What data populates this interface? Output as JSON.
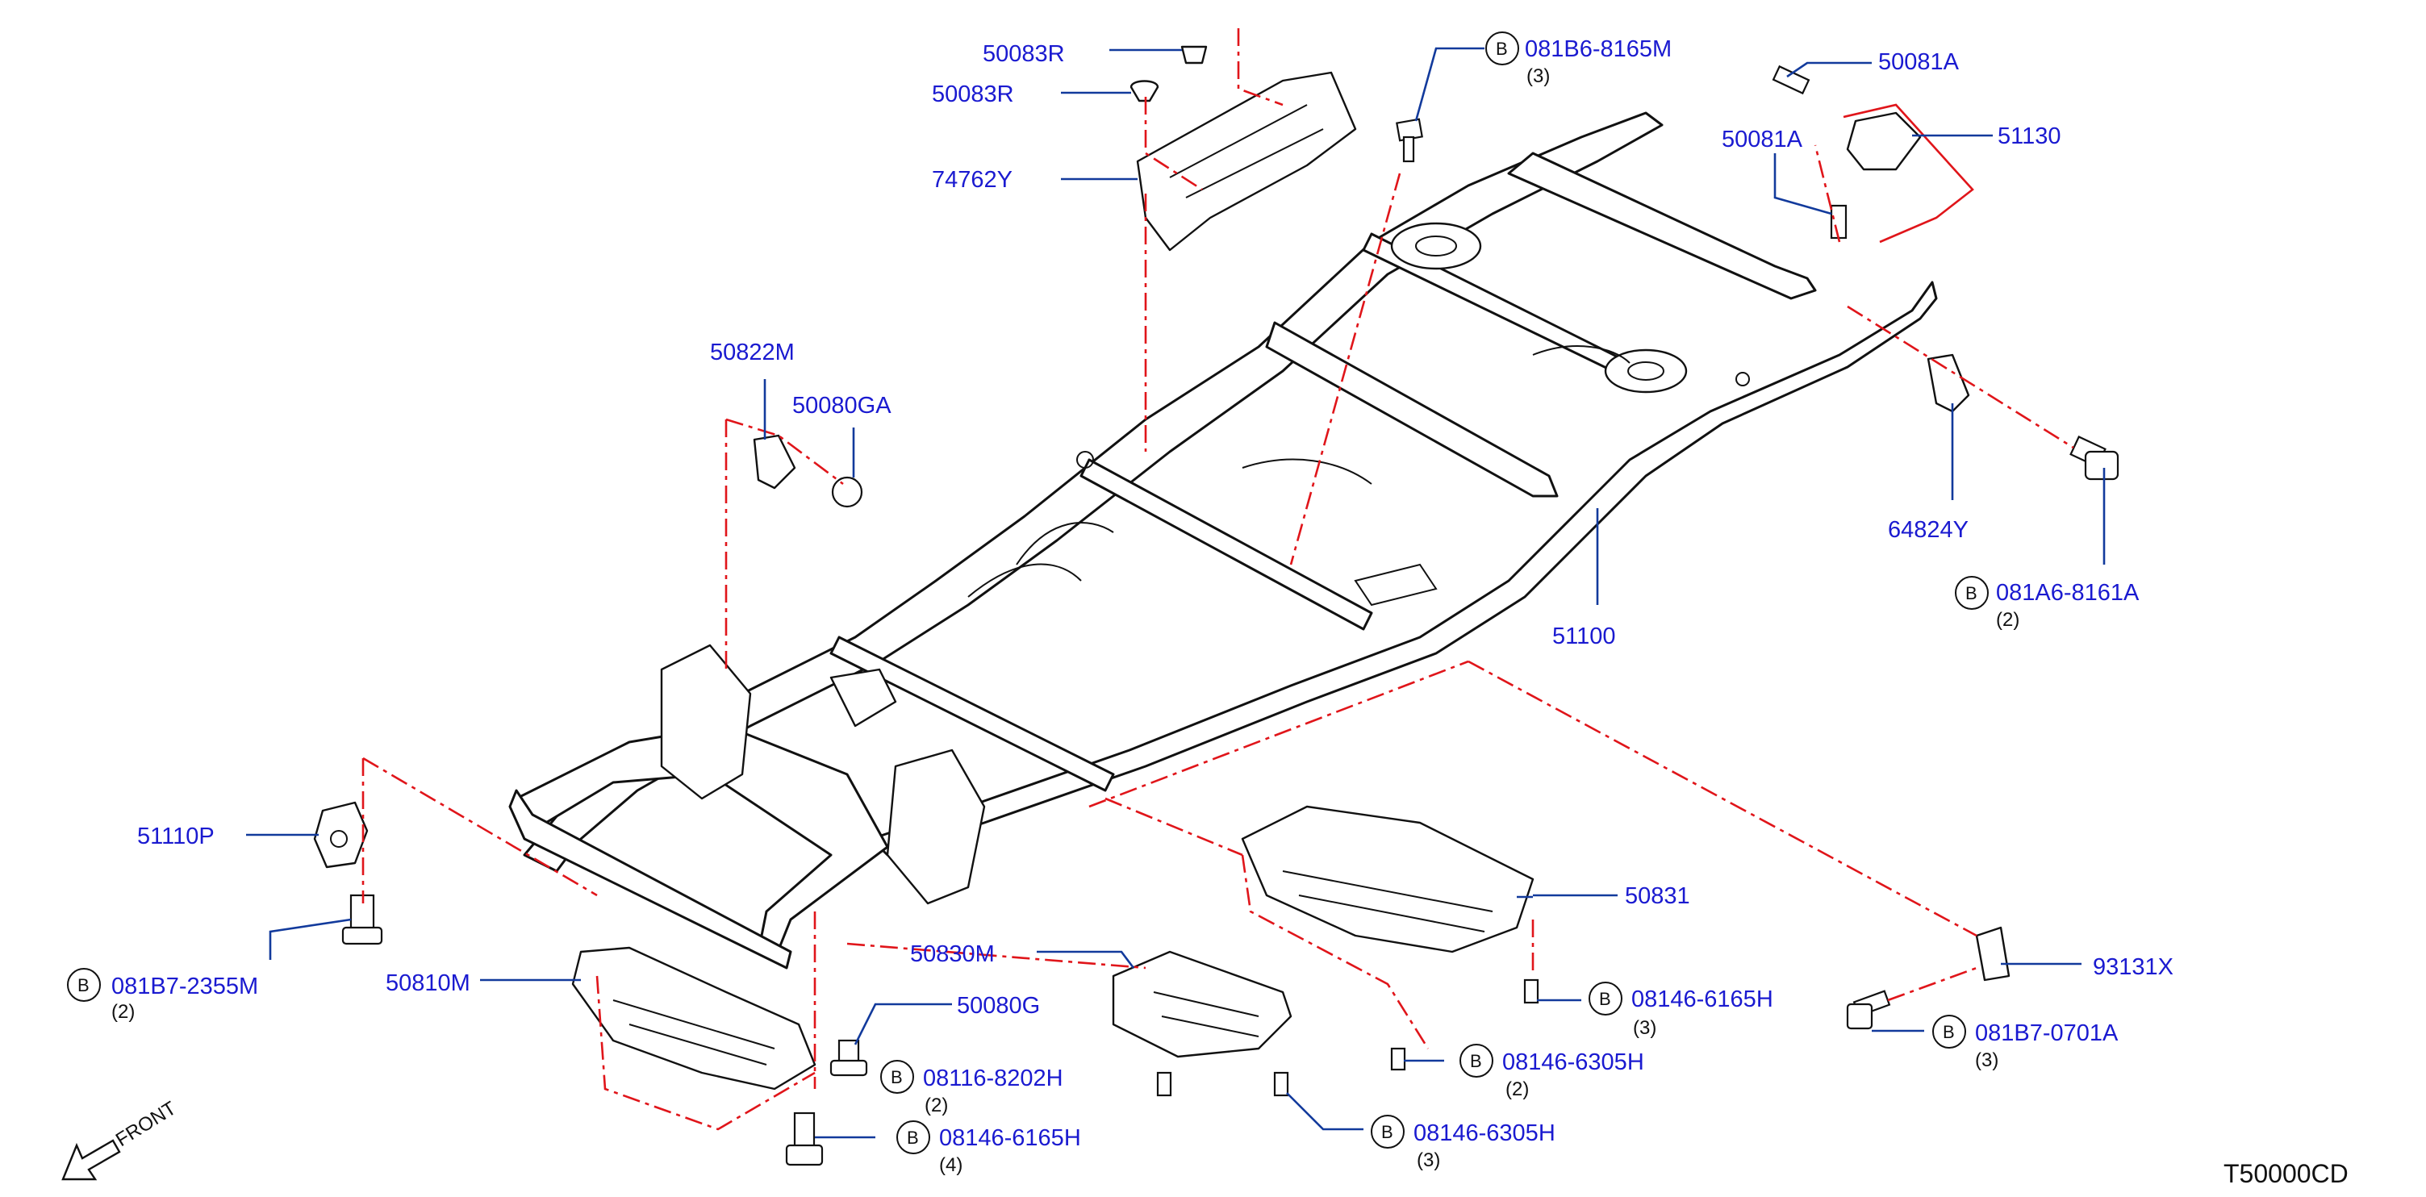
{
  "diagram_id": "T50000CD",
  "front_label": "FRONT",
  "b_symbol": "B",
  "parts": {
    "p50083R_top": {
      "num": "50083R"
    },
    "p50083R_2": {
      "num": "50083R"
    },
    "p74762Y": {
      "num": "74762Y"
    },
    "p081B6_8165M": {
      "num": "081B6-8165M",
      "qty": "(3)"
    },
    "p50081A_top": {
      "num": "50081A"
    },
    "p50081A_2": {
      "num": "50081A"
    },
    "p51130": {
      "num": "51130"
    },
    "p50822M": {
      "num": "50822M"
    },
    "p50080GA": {
      "num": "50080GA"
    },
    "p64824Y": {
      "num": "64824Y"
    },
    "p081A6": {
      "num": "081A6-8161A",
      "qty": "(2)"
    },
    "p51100": {
      "num": "51100"
    },
    "p51110P": {
      "num": "51110P"
    },
    "p081B7_2355M": {
      "num": "081B7-2355M",
      "qty": "(2)"
    },
    "p50810M": {
      "num": "50810M"
    },
    "p50830M": {
      "num": "50830M"
    },
    "p50080G": {
      "num": "50080G"
    },
    "p08116_8202H": {
      "num": "08116-8202H",
      "qty": "(2)"
    },
    "p08146_6165H_bot": {
      "num": "08146-6165H",
      "qty": "(4)"
    },
    "p50831": {
      "num": "50831"
    },
    "p08146_6165H_r": {
      "num": "08146-6165H",
      "qty": "(3)"
    },
    "p08146_6305H_r": {
      "num": "08146-6305H",
      "qty": "(2)"
    },
    "p08146_6305H_m": {
      "num": "08146-6305H",
      "qty": "(3)"
    },
    "p93131X": {
      "num": "93131X"
    },
    "p081B7_0701A": {
      "num": "081B7-0701A",
      "qty": "(3)"
    }
  }
}
